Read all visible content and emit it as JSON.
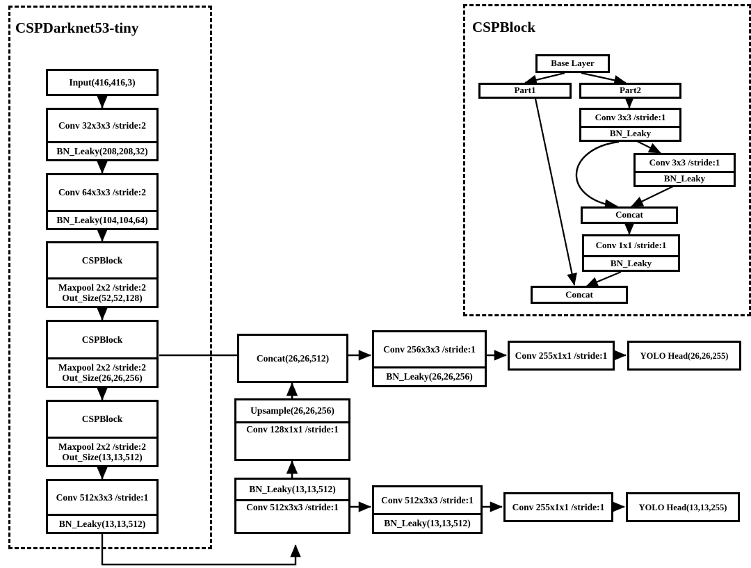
{
  "figure": {
    "kind": "neural-network-architecture-diagram",
    "background": "#ffffff",
    "line_color": "#000000"
  },
  "backbone_panel": {
    "title": "CSPDarknet53-tiny",
    "nodes": [
      {
        "id": "input",
        "lines": [
          "Input(416,416,3)"
        ]
      },
      {
        "id": "conv32",
        "lines": [
          "Conv 32x3x3 /stride:2",
          "BN_Leaky(208,208,32)"
        ]
      },
      {
        "id": "conv64",
        "lines": [
          "Conv 64x3x3 /stride:2",
          "BN_Leaky(104,104,64)"
        ]
      },
      {
        "id": "csp1",
        "lines": [
          "CSPBlock",
          "Maxpool 2x2 /stride:2\nOut_Size(52,52,128)"
        ]
      },
      {
        "id": "csp2",
        "lines": [
          "CSPBlock",
          "Maxpool 2x2 /stride:2\nOut_Size(26,26,256)"
        ]
      },
      {
        "id": "csp3",
        "lines": [
          "CSPBlock",
          "Maxpool 2x2 /stride:2\nOut_Size(13,13,512)"
        ]
      },
      {
        "id": "conv512",
        "lines": [
          "Conv 512x3x3 /stride:1",
          "BN_Leaky(13,13,512)"
        ]
      }
    ]
  },
  "cspblock_panel": {
    "title": "CSPBlock",
    "nodes": [
      {
        "id": "base",
        "lines": [
          "Base Layer"
        ]
      },
      {
        "id": "part1",
        "lines": [
          "Part1"
        ]
      },
      {
        "id": "part2",
        "lines": [
          "Part2"
        ]
      },
      {
        "id": "conv3a",
        "lines": [
          "Conv 3x3 /stride:1",
          "BN_Leaky"
        ]
      },
      {
        "id": "conv3b",
        "lines": [
          "Conv 3x3 /stride:1",
          "BN_Leaky"
        ]
      },
      {
        "id": "concat_in",
        "lines": [
          "Concat"
        ]
      },
      {
        "id": "conv1x1",
        "lines": [
          "Conv 1x1 /stride:1",
          "BN_Leaky"
        ]
      },
      {
        "id": "concat_out",
        "lines": [
          "Concat"
        ]
      }
    ]
  },
  "neck": {
    "nodes": [
      {
        "id": "concat26",
        "lines": [
          "Concat(26,26,512)"
        ]
      },
      {
        "id": "upsample",
        "lines": [
          "Upsample(26,26,256)",
          "Conv 128x1x1 /stride:1"
        ]
      },
      {
        "id": "bn13",
        "lines": [
          "BN_Leaky(13,13,512)",
          "Conv 512x3x3 /stride:1"
        ]
      }
    ]
  },
  "head_26": {
    "nodes": [
      {
        "id": "conv256",
        "lines": [
          "Conv 256x3x3 /stride:1",
          "BN_Leaky(26,26,256)"
        ]
      },
      {
        "id": "conv255a",
        "lines": [
          "Conv 255x1x1 /stride:1"
        ]
      },
      {
        "id": "yolo26",
        "lines": [
          "YOLO Head(26,26,255)"
        ]
      }
    ]
  },
  "head_13": {
    "nodes": [
      {
        "id": "conv512b",
        "lines": [
          "Conv 512x3x3 /stride:1",
          "BN_Leaky(13,13,512)"
        ]
      },
      {
        "id": "conv255b",
        "lines": [
          "Conv 255x1x1 /stride:1"
        ]
      },
      {
        "id": "yolo13",
        "lines": [
          "YOLO Head(13,13,255)"
        ]
      }
    ]
  }
}
